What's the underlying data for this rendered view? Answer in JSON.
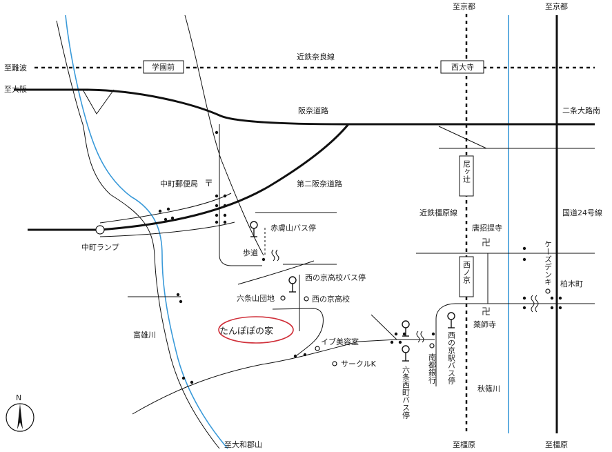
{
  "destinations": {
    "kyoto_1": "至京都",
    "kyoto_2": "至京都",
    "namba": "至難波",
    "osaka": "至大阪",
    "yamatokoriyama": "至大和郡山",
    "kashihara_1": "至橿原",
    "kashihara_2": "至橿原"
  },
  "railways": {
    "kintetsu_nara": "近鉄奈良線",
    "kintetsu_kashihara": "近鉄橿原線"
  },
  "stations": {
    "gakuenmae": "学園前",
    "saidaiji": "西大寺",
    "amagatsuji": "尼ヶ辻",
    "nishinokyo": "西ノ京"
  },
  "roads": {
    "hanna": "阪奈道路",
    "second_hanna": "第二阪奈道路",
    "nijo_south": "二条大路南",
    "route24": "国道24号線",
    "sidewalk": "歩道"
  },
  "rivers": {
    "tomio": "富雄川",
    "akishino": "秋篠川"
  },
  "places": {
    "nakamachi_post": "中町郵便局",
    "nakamachi_ramp": "中町ランプ",
    "rokujo_danchi": "六条山団地",
    "nishinokyo_hs": "西の京高校",
    "eve_salon": "イブ美容室",
    "circle_k": "サークルK",
    "nanto_bank": "南都銀行",
    "toshodaiji": "唐招提寺",
    "yakushiji": "薬師寺",
    "ks_denki": "ケーズデンキ",
    "kashiwagi": "柏木町",
    "tanpopo_house": "たんぽぽの家"
  },
  "bus_stops": {
    "akahadayama": "赤膚山バス停",
    "nishinokyo_hs_stop": "西の京高校バス停",
    "rokujo_nishimachi": "六条西町バス停",
    "nishinokyo_station_stop": "西の京駅バス停"
  },
  "symbols": {
    "post_office": "〒",
    "temple": "卍",
    "north": "N",
    "bus_stop": "bus-stop-icon",
    "river_crossing": "bridge-icon"
  },
  "colors": {
    "river": "#3a9ad9",
    "highlight": "#d0303a",
    "line": "#111111"
  }
}
